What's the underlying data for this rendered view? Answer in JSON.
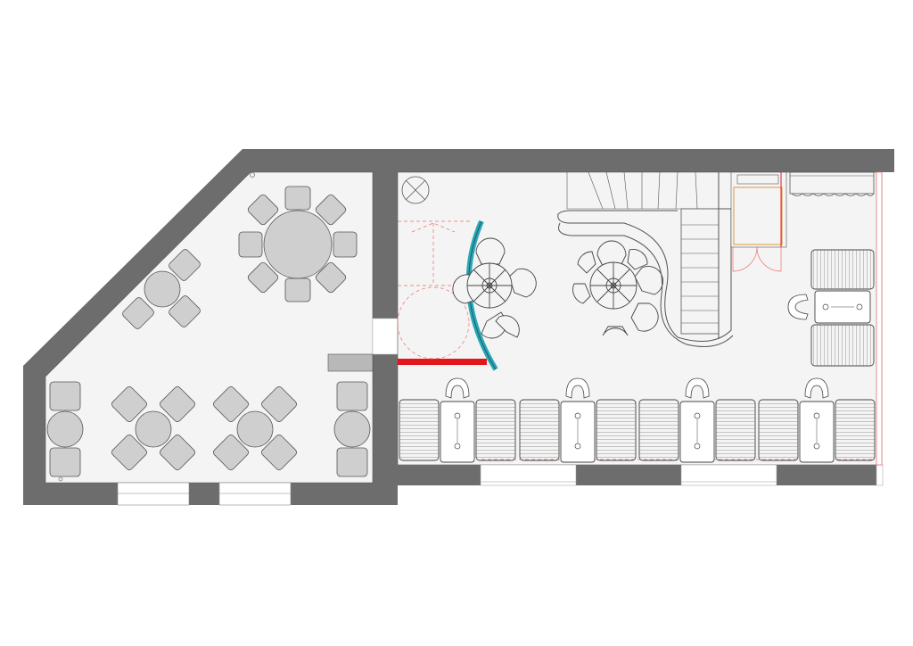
{
  "plan": {
    "colors": {
      "wall": "#6d6d6d",
      "floor": "#f4f4f4",
      "furniture": "#cfcfcf",
      "line": "#555555",
      "red_solid": "#e3161b",
      "red_dashed": "#e8706c",
      "glass": "#2ba7b8",
      "orange": "#e0a858"
    },
    "left_room": {
      "round_tables": 4,
      "square_table_groups": 2,
      "windows": 2
    },
    "right_room": {
      "booths": 4,
      "round_table_clusters": 2,
      "stairs": "spiral-to-straight",
      "side_booth": 1
    }
  }
}
